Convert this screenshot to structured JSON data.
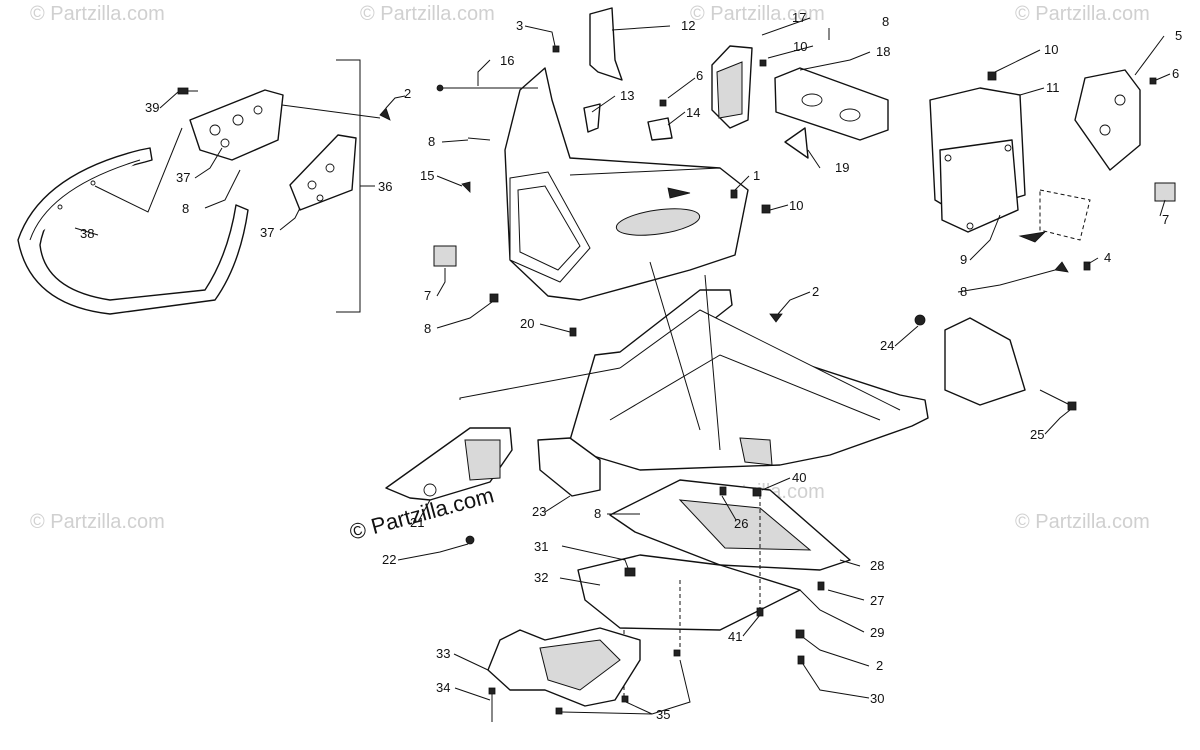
{
  "watermarks": {
    "corner": "© Partzilla.com",
    "main": "© Partzilla.com"
  },
  "callouts": {
    "c1": "1",
    "c2a": "2",
    "c2b": "2",
    "c2c": "2",
    "c3": "3",
    "c4": "4",
    "c5": "5",
    "c6a": "6",
    "c6b": "6",
    "c7a": "7",
    "c7b": "7",
    "c8a": "8",
    "c8b": "8",
    "c8c": "8",
    "c8d": "8",
    "c8e": "8",
    "c8f": "8",
    "c9": "9",
    "c10a": "10",
    "c10b": "10",
    "c10c": "10",
    "c11": "11",
    "c12": "12",
    "c13": "13",
    "c14": "14",
    "c15": "15",
    "c16": "16",
    "c17": "17",
    "c18": "18",
    "c19": "19",
    "c20": "20",
    "c21": "21",
    "c22": "22",
    "c23": "23",
    "c24": "24",
    "c25": "25",
    "c26": "26",
    "c27": "27",
    "c28": "28",
    "c29": "29",
    "c30": "30",
    "c31": "31",
    "c32": "32",
    "c33": "33",
    "c34": "34",
    "c35": "35",
    "c36": "36",
    "c37a": "37",
    "c37b": "37",
    "c38": "38",
    "c39": "39",
    "c40": "40",
    "c41": "41"
  }
}
